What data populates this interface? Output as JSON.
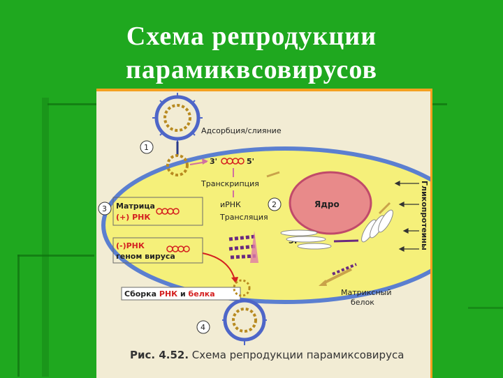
{
  "title_line1": "Схема репродукции",
  "title_line2": "парамиквсовирусов",
  "figure": {
    "labels": {
      "adsorption": "Адсорбция/слияние",
      "transcription": "Транскрипция",
      "mrna": "иРНК",
      "translation": "Трансляция",
      "nucleus": "Ядро",
      "er": "ЭР",
      "glycoproteins": "Гликопротеины",
      "matrix_protein": "Матриксный белок",
      "strand_3": "3'",
      "strand_5": "5'"
    },
    "steps": [
      "1",
      "2",
      "3",
      "4"
    ],
    "box_matrix": {
      "line1": "Матрица",
      "line2": "(+) РНК"
    },
    "box_genome": {
      "line1": "(-)РНК",
      "line2": "геном вируса"
    },
    "box_assembly": {
      "part1": "Сборка ",
      "rna": "РНК",
      "part2": " и ",
      "proteins": "белка"
    },
    "caption_num": "Рис. 4.52.",
    "caption_text": " Схема репродукции парамиксовируса"
  },
  "colors": {
    "slide_bg": "#1fa81f",
    "cell": "#f5f07a",
    "nucleus": "#e88a8a",
    "arrow": "#c9a24a",
    "red_text": "#d42020",
    "virus_envelope": "#4e66c8"
  }
}
